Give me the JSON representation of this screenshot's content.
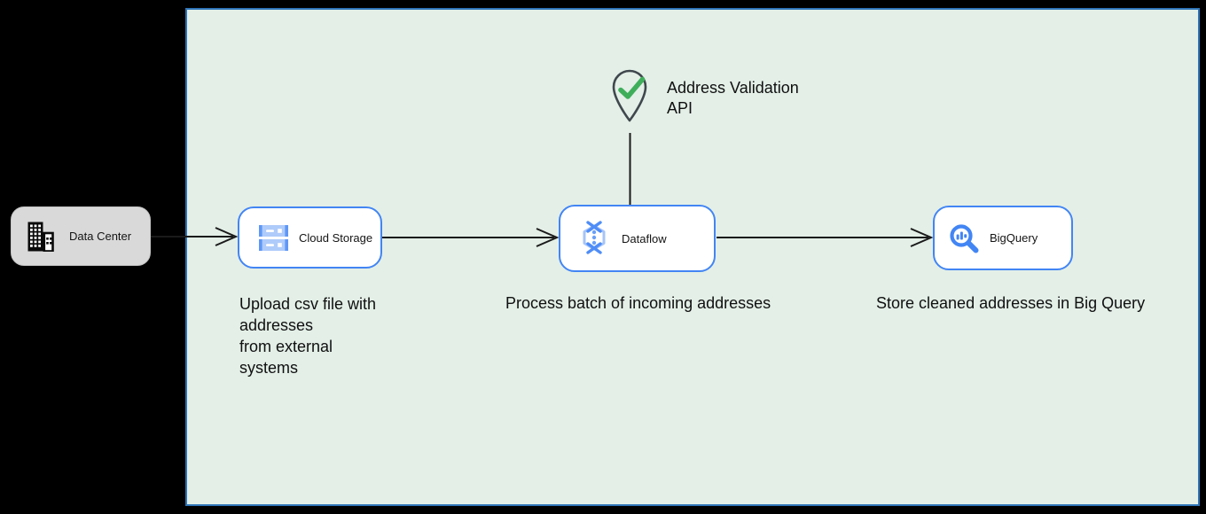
{
  "colors": {
    "background": "#000000",
    "canvas_fill": "#e3efe7",
    "canvas_border": "#2e74b6",
    "node_fill": "#ffffff",
    "node_border_blue": "#4285f4",
    "datacenter_fill": "#d9d9d9",
    "connector_line": "#1a1a1a",
    "check_green": "#3fae5a",
    "pin_outline": "#40474d",
    "icon_blue": "#4285f4",
    "icon_blue_light": "#aecbfa"
  },
  "nodes": {
    "data_center": {
      "label": "Data Center",
      "icon": "building-icon"
    },
    "cloud_storage": {
      "label": "Cloud Storage",
      "icon": "cloud-storage-icon"
    },
    "dataflow": {
      "label": "Dataflow",
      "icon": "dataflow-icon"
    },
    "bigquery": {
      "label": "BigQuery",
      "icon": "bigquery-icon"
    }
  },
  "annotations": {
    "api_label": "Address Validation\nAPI",
    "api_icon": "location-pin-check-icon",
    "caption_upload": "Upload csv file with\naddresses\nfrom external\nsystems",
    "caption_process": "Process batch of incoming addresses",
    "caption_store": "Store cleaned addresses in Big Query"
  }
}
